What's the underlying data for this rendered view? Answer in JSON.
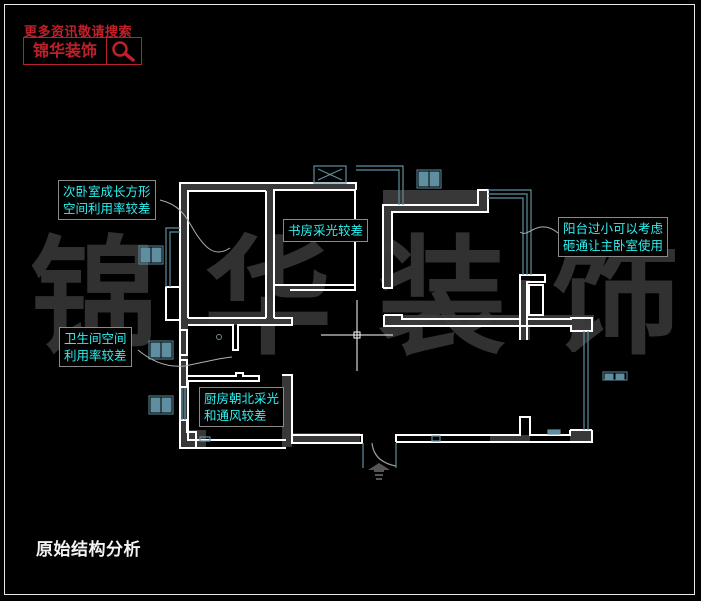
{
  "brand": {
    "tagline": "更多资讯敬请搜索",
    "name": "锦华装饰",
    "search_icon": "magnifier-icon",
    "color": "#c0202a"
  },
  "watermark": {
    "chars": [
      "锦",
      "华",
      "装",
      "饰"
    ]
  },
  "annotations": {
    "secondary_bedroom": {
      "line1": "次卧室成长方形",
      "line2": "空间利用率较差"
    },
    "study": {
      "line1": "书房采光较差"
    },
    "balcony": {
      "line1": "阳台过小可以考虑",
      "line2": "砸通让主卧室使用"
    },
    "bathroom": {
      "line1": "卫生间空间",
      "line2": "利用率较差"
    },
    "kitchen": {
      "line1": "厨房朝北采光",
      "line2": "和通风较差"
    }
  },
  "colors": {
    "wall": "#ffffff",
    "wall_fill": "#3c3c3c",
    "window": "#5f8ea0",
    "note_text": "#2ef0f0",
    "note_border": "#8a8a8a"
  },
  "footer": {
    "title": "原始结构分析"
  }
}
